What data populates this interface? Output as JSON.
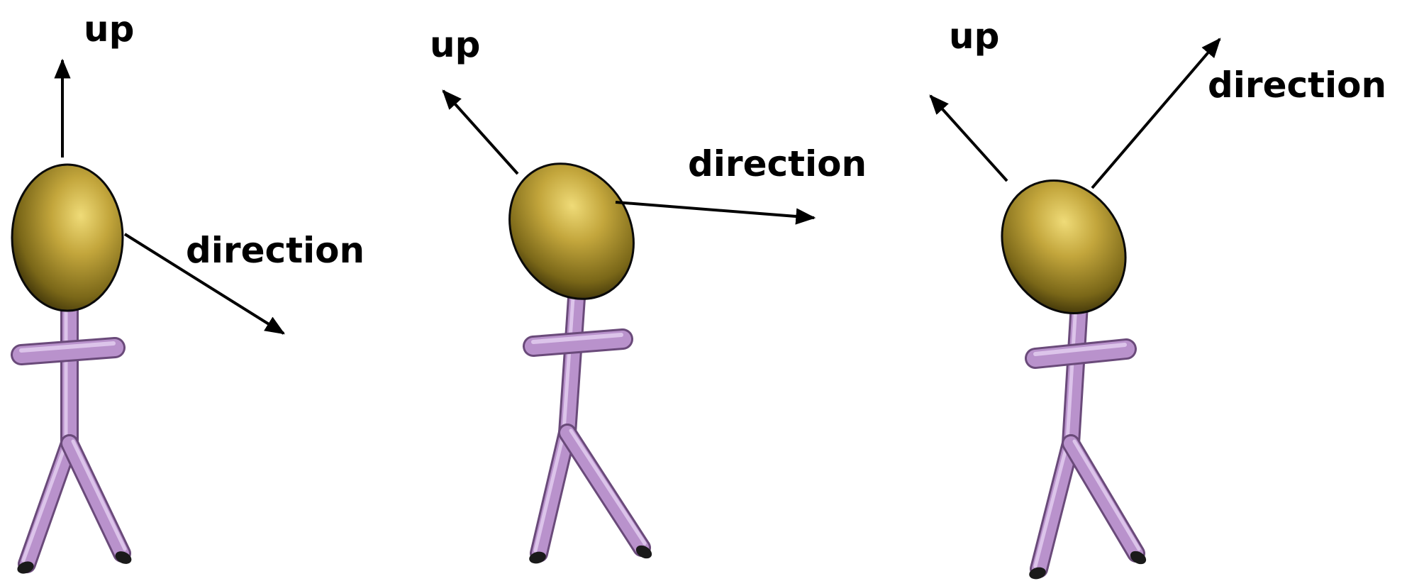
{
  "figures": [
    {
      "id": "figure-1",
      "up_label": "up",
      "direction_label": "direction"
    },
    {
      "id": "figure-2",
      "up_label": "up",
      "direction_label": "direction"
    },
    {
      "id": "figure-3",
      "up_label": "up",
      "direction_label": "direction"
    }
  ],
  "colors": {
    "head": "#b39a2e",
    "body": "#b992cc",
    "arrow": "#000000"
  }
}
